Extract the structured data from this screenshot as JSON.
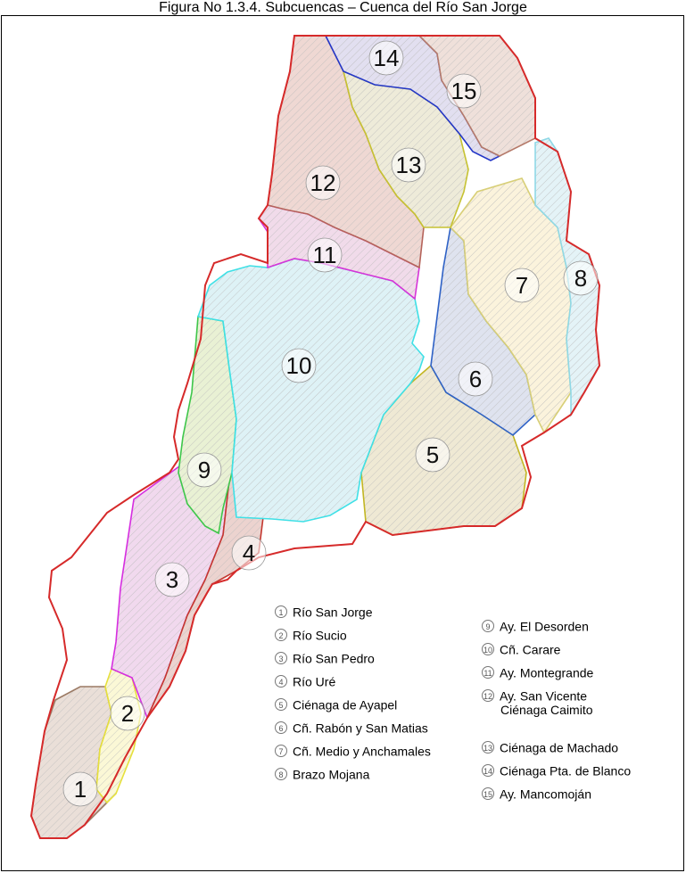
{
  "title": "Figura No 1.3.4. Subcuencas – Cuenca del Río San Jorge",
  "subbasins": [
    {
      "num": "1",
      "name": "Río San Jorge",
      "stroke": "#9b7a64",
      "fill": "#eadfd8"
    },
    {
      "num": "2",
      "name": "Río Sucio",
      "stroke": "#e6e03c",
      "fill": "#fbf8d6"
    },
    {
      "num": "3",
      "name": "Río San Pedro",
      "stroke": "#d62ee0",
      "fill": "#f1d9ee"
    },
    {
      "num": "4",
      "name": "Río Uré",
      "stroke": "#c4372f",
      "fill": "#ecd3cf"
    },
    {
      "num": "5",
      "name": "Ciénaga de Ayapel",
      "stroke": "#c2b623",
      "fill": "#efe9d4"
    },
    {
      "num": "6",
      "name": "Cñ. Rabón y San Matias",
      "stroke": "#2f62c6",
      "fill": "#dfe3ef"
    },
    {
      "num": "7",
      "name": "Cñ. Medio y Anchamales",
      "stroke": "#d8cf78",
      "fill": "#fbf3dc"
    },
    {
      "num": "8",
      "name": "Brazo Mojana",
      "stroke": "#8fd8e6",
      "fill": "#e4f3f7"
    },
    {
      "num": "9",
      "name": "Ay. El Desorden",
      "stroke": "#3ec64a",
      "fill": "#e9f1d4"
    },
    {
      "num": "10",
      "name": "Cñ. Carare",
      "stroke": "#3fe0e6",
      "fill": "#def2f6"
    },
    {
      "num": "11",
      "name": "Ay. Montegrande",
      "stroke": "#d634d8",
      "fill": "#f1dbea"
    },
    {
      "num": "12",
      "name": "Ay. San Vicente",
      "name2": "Ciénaga Caimito",
      "stroke": "#b5635a",
      "fill": "#efd8d3"
    },
    {
      "num": "13",
      "name": "Ciénaga de Machado",
      "stroke": "#c6c232",
      "fill": "#eeebd9"
    },
    {
      "num": "14",
      "name": "Ciénaga Pta. de Blanco",
      "stroke": "#2437c8",
      "fill": "#e2dff0"
    },
    {
      "num": "15",
      "name": "Ay. Mancomoján",
      "stroke": "#b57a6a",
      "fill": "#efe0da"
    }
  ],
  "basin_outline_color": "#d62a2a"
}
